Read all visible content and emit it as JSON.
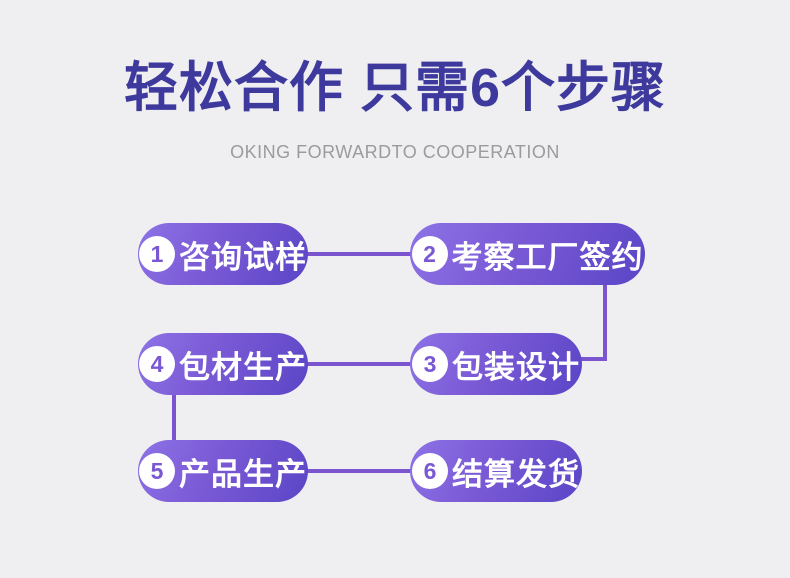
{
  "page": {
    "title": "轻松合作 只需6个步骤",
    "subtitle": "OKING FORWARDTO COOPERATION",
    "background_color": "#efeff1",
    "title_color": "#3e3a9d",
    "subtitle_color": "#9b9b9b"
  },
  "flow": {
    "pill_gradient_start": "#8d72e6",
    "pill_gradient_end": "#5a46c6",
    "pill_text_color": "#ffffff",
    "number_badge_bg": "#ffffff",
    "number_badge_color": "#7a58d4",
    "connector_color": "#7b55cf",
    "steps": [
      {
        "number": "1",
        "label": "咨询试样"
      },
      {
        "number": "2",
        "label": "考察工厂签约"
      },
      {
        "number": "3",
        "label": "包装设计"
      },
      {
        "number": "4",
        "label": "包材生产"
      },
      {
        "number": "5",
        "label": "产品生产"
      },
      {
        "number": "6",
        "label": "结算发货"
      }
    ]
  }
}
